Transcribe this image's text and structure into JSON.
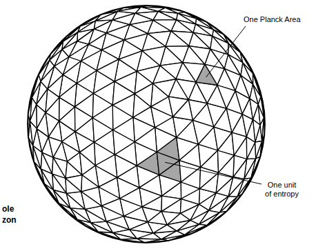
{
  "diagram": {
    "labels": [
      "One Planck Area",
      "One unit of entropy",
      "ole",
      "zon"
    ]
  }
}
